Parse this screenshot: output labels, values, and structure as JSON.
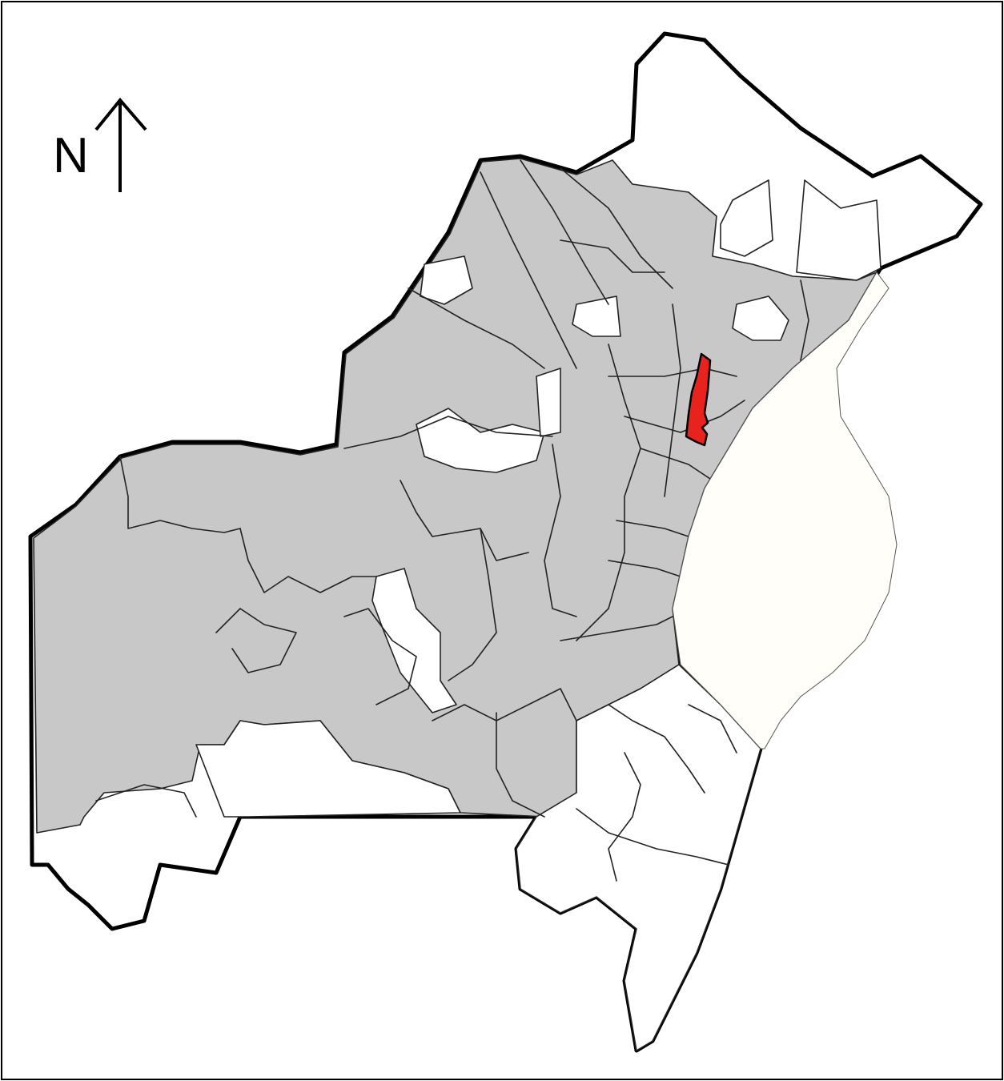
{
  "compass": {
    "letter": "N",
    "direction": "north-arrow"
  },
  "colors": {
    "background": "#ffffff",
    "border": "#000000",
    "incorporated": "#c8c8c8",
    "unincorporated": "#ffffff",
    "highlight": "#e8231e",
    "river": "#fffef8",
    "outline": "#000000"
  },
  "map": {
    "highlighted_area": "highlighted-municipality"
  }
}
